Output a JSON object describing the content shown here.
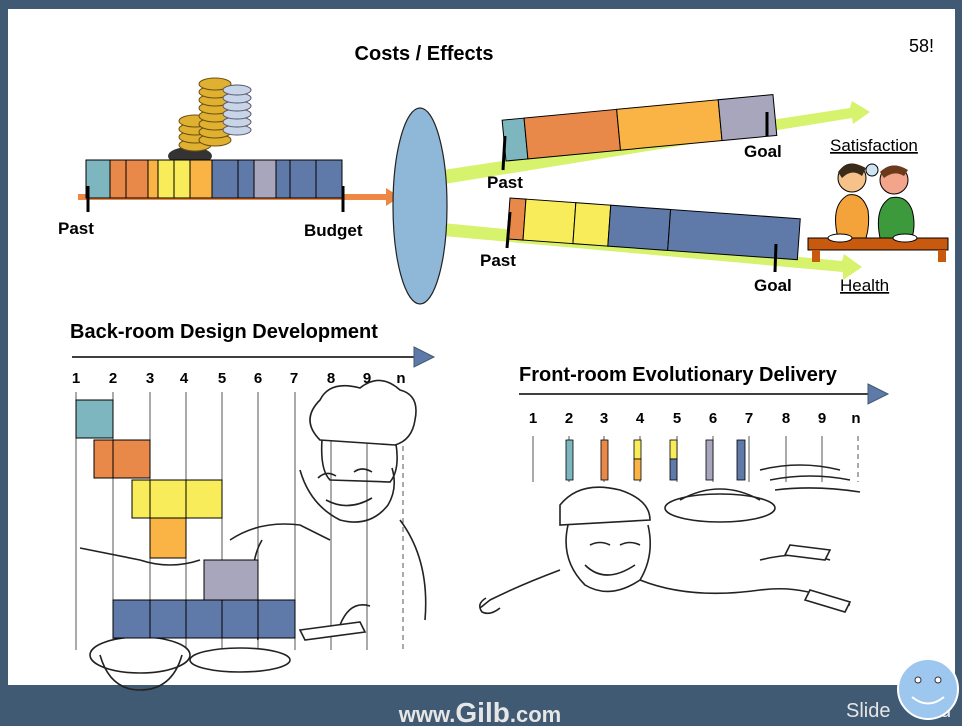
{
  "slide_number": "58!",
  "title": "Costs / Effects",
  "labels": {
    "past_left": "Past",
    "budget": "Budget",
    "past_upper": "Past",
    "goal_upper": "Goal",
    "past_lower": "Past",
    "goal_lower": "Goal",
    "satisfaction": "Satisfaction",
    "health": "Health"
  },
  "backroom": {
    "title": "Back-room Design Development",
    "columns": [
      "1",
      "2",
      "3",
      "4",
      "5",
      "6",
      "7",
      "8",
      "9",
      "n"
    ]
  },
  "frontroom": {
    "title": "Front-room Evolutionary Delivery",
    "columns": [
      "1",
      "2",
      "3",
      "4",
      "5",
      "6",
      "7",
      "8",
      "9",
      "n"
    ]
  },
  "footer": {
    "url_prefix": "www.",
    "url_brand": "Gilb",
    "url_suffix": ".com",
    "slide_label": "Slide",
    "slide_label_tail": "d"
  },
  "colors": {
    "frame": "#3f5a72",
    "teal": "#7eb6bf",
    "orange": "#e8894a",
    "light_orange": "#f9b445",
    "yellow": "#f8ec5a",
    "slate": "#5f7aa8",
    "lavender": "#a8a6bd",
    "arrow_orange": "#ee8744",
    "arrow_green": "#d7f26c",
    "lens": "#8fb8d8"
  }
}
